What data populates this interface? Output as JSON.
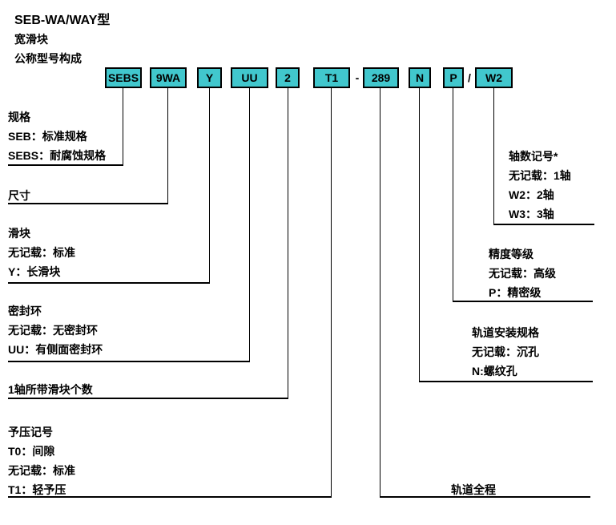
{
  "header": {
    "title": "SEB-WA/WAY型",
    "subtitle": "宽滑块",
    "caption": "公称型号构成"
  },
  "model_code": {
    "boxes": [
      {
        "label": "SEBS"
      },
      {
        "label": "9WA"
      },
      {
        "label": "Y"
      },
      {
        "label": "UU"
      },
      {
        "label": "2"
      },
      {
        "label": "T1"
      },
      {
        "label": "289"
      },
      {
        "label": "N"
      },
      {
        "label": "P"
      },
      {
        "label": "W2"
      }
    ],
    "dash": "-",
    "slash": "/"
  },
  "colors": {
    "background": "#ffffff",
    "text": "#000000",
    "line": "#000000",
    "box_fill": "#41c7cd",
    "box_border": "#000000"
  },
  "sections": {
    "spec": {
      "title": "规格",
      "lines": [
        "SEB：标准规格",
        "SEBS：耐腐蚀规格"
      ]
    },
    "size": {
      "title": "尺寸"
    },
    "slider": {
      "title": "滑块",
      "lines": [
        "无记载：标准",
        "Y：长滑块"
      ]
    },
    "seal": {
      "title": "密封环",
      "lines": [
        "无记载：无密封环",
        "UU：有侧面密封环"
      ]
    },
    "sliders_per_axis": {
      "title": "1轴所带滑块个数"
    },
    "preload": {
      "title": "予压记号",
      "lines": [
        "T0：间隙",
        "无记载：标准",
        "T1：轻予压"
      ]
    },
    "rail_length": {
      "title": "轨道全程"
    },
    "rail_mount": {
      "title": "轨道安装规格",
      "lines": [
        "无记载：沉孔",
        "N:螺纹孔"
      ]
    },
    "accuracy": {
      "title": "精度等级",
      "lines": [
        "无记载：高级",
        "P：精密级"
      ]
    },
    "axis_count": {
      "title": "轴数记号*",
      "lines": [
        "无记载：1轴",
        "W2：2轴",
        "W3：3轴"
      ]
    }
  }
}
